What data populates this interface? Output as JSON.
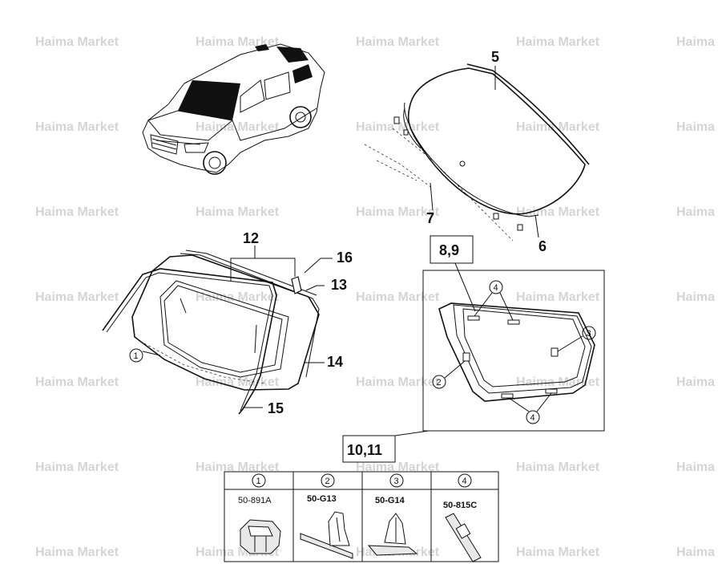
{
  "watermark": "Haima Market",
  "callouts": {
    "c5": "5",
    "c6": "6",
    "c7": "7",
    "c12": "12",
    "c13": "13",
    "c14": "14",
    "c15": "15",
    "c16": "16",
    "c89": "8,9",
    "c1011": "10,11"
  },
  "circled": {
    "n1": "1",
    "n2": "2",
    "n3": "3",
    "n4": "4"
  },
  "legend": [
    {
      "num": "1",
      "code": "50-891A"
    },
    {
      "num": "2",
      "code": "50-G13"
    },
    {
      "num": "3",
      "code": "50-G14"
    },
    {
      "num": "4",
      "code": "50-815C"
    }
  ]
}
